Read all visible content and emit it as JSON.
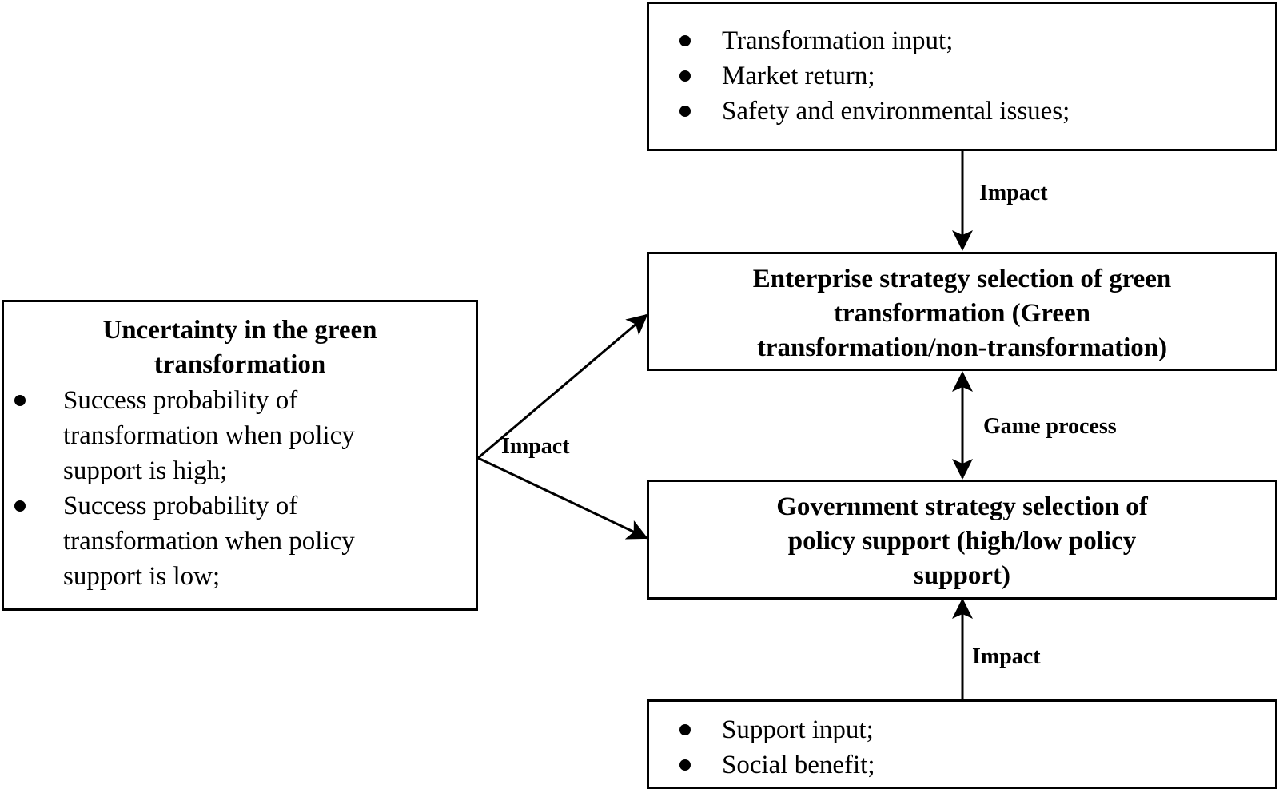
{
  "top_box": {
    "items": [
      "Transformation input;",
      "Market return;",
      "Safety and environmental issues;"
    ]
  },
  "enterprise_box": {
    "lines": [
      "Enterprise strategy selection of green",
      "transformation (Green",
      "transformation/non-transformation)"
    ]
  },
  "government_box": {
    "lines": [
      "Government strategy selection of",
      "policy support (high/low policy",
      "support)"
    ]
  },
  "bottom_box": {
    "items": [
      "Support input;",
      "Social benefit;"
    ]
  },
  "uncertainty_box": {
    "title_lines": [
      "Uncertainty in the green",
      "transformation"
    ],
    "items": [
      {
        "lines": [
          "Success probability of",
          "transformation when policy",
          "support is high;"
        ]
      },
      {
        "lines": [
          "Success probability of",
          "transformation when policy",
          "support is low;"
        ]
      }
    ]
  },
  "labels": {
    "impact_top": "Impact",
    "game_process": "Game process",
    "impact_bottom": "Impact",
    "impact_left": "Impact"
  }
}
